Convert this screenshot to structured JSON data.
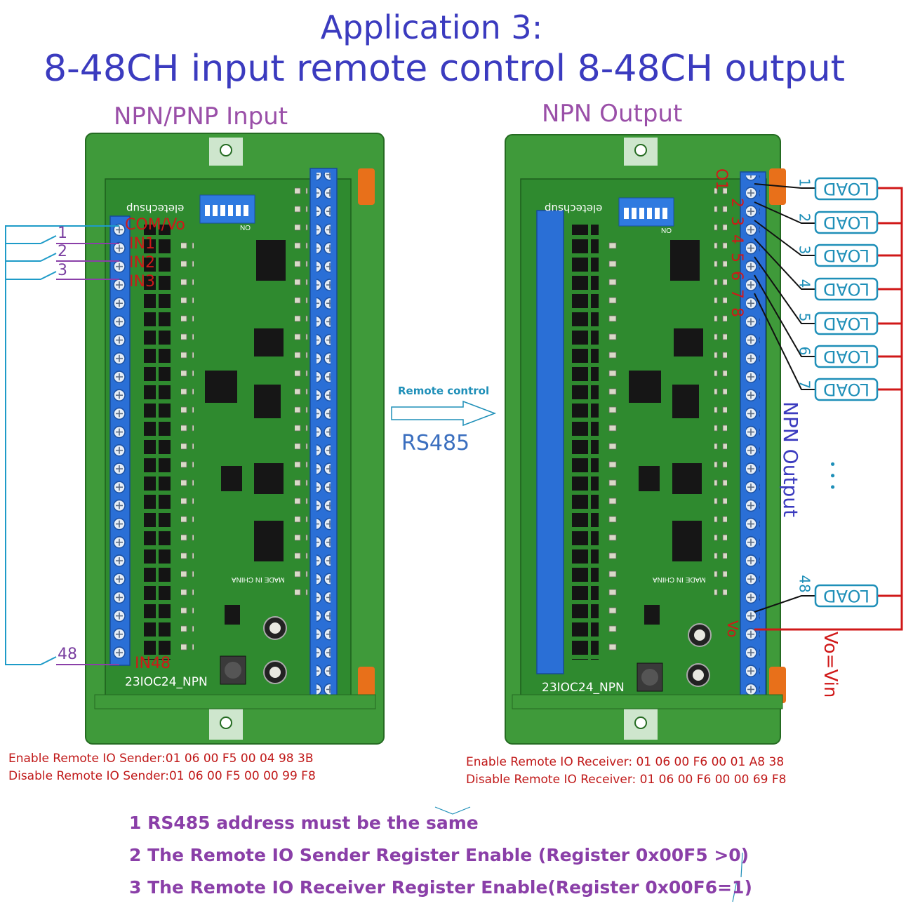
{
  "header": {
    "title_line1": "Application 3:",
    "title_line2": "8-48CH input remote control 8-48CH output"
  },
  "left_board": {
    "subtitle": "NPN/PNP Input",
    "brand": "eletechsup",
    "model": "23IOC24_NPN",
    "made_in": "MADE IN CHINA",
    "dip_label": "ON",
    "pins": [
      "COM/Vo",
      "IN1",
      "IN2",
      "IN3",
      "IN48"
    ],
    "switch_labels": [
      "1",
      "2",
      "3",
      "48"
    ],
    "enable_cmd": "Enable  Remote IO Sender:01 06 00 F5 00 04 98 3B",
    "disable_cmd": "Disable Remote IO Sender:01 06 00 F5 00 00 99 F8"
  },
  "arrow": {
    "top_label": "Remote control",
    "bottom_label": "RS485"
  },
  "right_board": {
    "subtitle": "NPN Output",
    "brand": "eletechsup",
    "model": "23IOC24_NPN",
    "made_in": "MADE IN CHINA",
    "dip_label": "ON",
    "output_numbers": [
      "O1",
      "2",
      "3",
      "4",
      "5",
      "6",
      "7",
      "8"
    ],
    "load_label": "LOAD",
    "load_numbers": [
      "1",
      "2",
      "3",
      "4",
      "5",
      "6",
      "7",
      "48"
    ],
    "side_label": "NPN Output",
    "ellipsis": "• • •",
    "vo_label": "Vo",
    "vo_vin": "Vo=Vin",
    "enable_cmd": "Enable Remote IO Receiver: 01 06 00 F6 00 01 A8 38",
    "disable_cmd": "Disable Remote IO Receiver: 01 06 00 F6 00 00 69 F8"
  },
  "notes": [
    "1 RS485 address must be the same",
    "2 The Remote IO Sender Register Enable  (Register 0x00F5 >0)",
    "3 The Remote IO Receiver Register Enable(Register 0x00F6=1)"
  ],
  "colors": {
    "title": "#3b3bbf",
    "subtitle": "#9a4fa8",
    "pcb": "#2f8a2f",
    "enclosure": "#3f9a3a",
    "terminal": "#2a6fd6",
    "wire_red": "#d01818",
    "wire_cyan": "#1e9bc8"
  }
}
